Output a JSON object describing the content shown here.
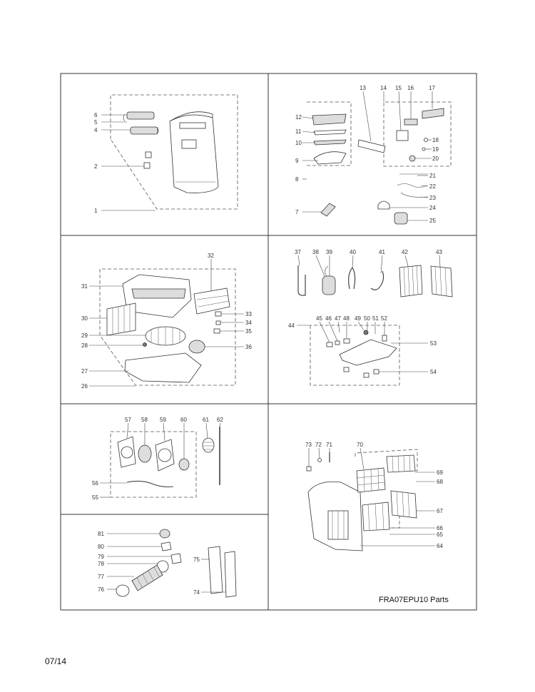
{
  "caption": "FRA07EPU10 Parts",
  "date": "07/14",
  "labels": {
    "1": "1",
    "2": "2",
    "4": "4",
    "5": "5",
    "6": "6",
    "7": "7",
    "8": "8",
    "9": "9",
    "10": "10",
    "11": "11",
    "12": "12",
    "13": "13",
    "14": "14",
    "15": "15",
    "16": "16",
    "17": "17",
    "18": "18",
    "19": "19",
    "20": "20",
    "21": "21",
    "22": "22",
    "23": "23",
    "24": "24",
    "25": "25",
    "26": "26",
    "27": "27",
    "28": "28",
    "29": "29",
    "30": "30",
    "31": "31",
    "32": "32",
    "33": "33",
    "34": "34",
    "35": "35",
    "36": "36",
    "37": "37",
    "38": "38",
    "39": "39",
    "40": "40",
    "41": "41",
    "42": "42",
    "43": "43",
    "44": "44",
    "45": "45",
    "46": "46",
    "47": "47",
    "48": "48",
    "49": "49",
    "50": "50",
    "51": "51",
    "52": "52",
    "53": "53",
    "54": "54",
    "55": "55",
    "56": "56",
    "57": "57",
    "58": "58",
    "59": "59",
    "60": "60",
    "61": "61",
    "62": "62",
    "64": "64",
    "65": "65",
    "66": "66",
    "67": "67",
    "68": "68",
    "69": "69",
    "70": "70",
    "71": "71",
    "72": "72",
    "73": "73",
    "74": "74",
    "75": "75",
    "76": "76",
    "77": "77",
    "78": "78",
    "79": "79",
    "80": "80",
    "81": "81"
  }
}
